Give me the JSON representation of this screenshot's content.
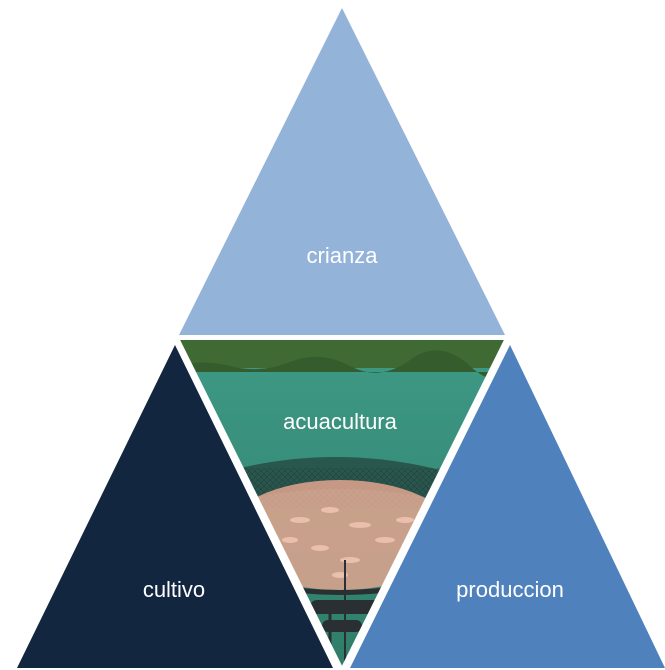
{
  "diagram": {
    "top": {
      "label": "crianza",
      "color": "#93B3D9"
    },
    "center": {
      "label": "acuacultura"
    },
    "left": {
      "label": "cultivo",
      "color": "#132640"
    },
    "right": {
      "label": "produccion",
      "color": "#4F81BD"
    }
  },
  "photo": {
    "subject": "fish-farm-net-pen",
    "colors": {
      "sky_trees": "#3f6a34",
      "water_top": "#3e9a86",
      "water_bottom": "#2f7d68",
      "fish": "#e2a58f",
      "net": "#1d2a2a",
      "floats": "#2a2f33"
    }
  }
}
